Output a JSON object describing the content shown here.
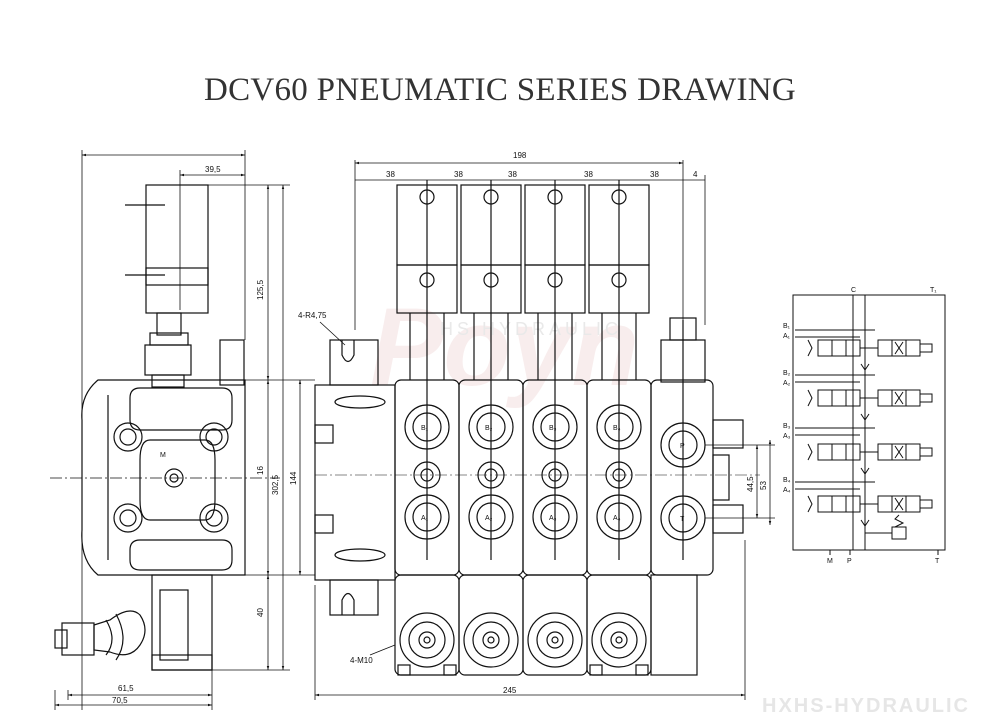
{
  "title": "DCV60 PNEUMATIC SERIES DRAWING",
  "watermark": "HXHS-HYDRAULIC",
  "side_view": {
    "dim_top": "39,5",
    "dim_right_upper": "125,5",
    "dim_right_middle": "16",
    "dim_right_total": "302,5",
    "dim_right_lower": "40",
    "dim_bottom_inner": "61,5",
    "dim_bottom_outer": "70,5",
    "port_label": "M"
  },
  "front_view": {
    "dim_overall_top": "198",
    "dim_sections": [
      "38",
      "38",
      "38",
      "38",
      "38"
    ],
    "dim_right_gap": "4",
    "dim_holes": "4-R4,75",
    "dim_height": "144",
    "dim_port_a": "44,5",
    "dim_port_b": "53",
    "dim_bottom_holes": "4-M10",
    "dim_overall_bottom": "245",
    "port_b_labels": [
      "B₁",
      "B₂",
      "B₃",
      "B₄"
    ],
    "port_a_labels": [
      "A₁",
      "A₂",
      "A₃",
      "A₄"
    ],
    "inlet_label": "P",
    "tank_label": "T"
  },
  "schematic": {
    "top_labels": [
      "C",
      "T₁"
    ],
    "bottom_labels": [
      "M",
      "P",
      "T"
    ],
    "sections": [
      {
        "b": "B₁",
        "a": "A₁"
      },
      {
        "b": "B₂",
        "a": "A₂"
      },
      {
        "b": "B₃",
        "a": "A₃"
      },
      {
        "b": "B₄",
        "a": "A₄"
      }
    ]
  }
}
